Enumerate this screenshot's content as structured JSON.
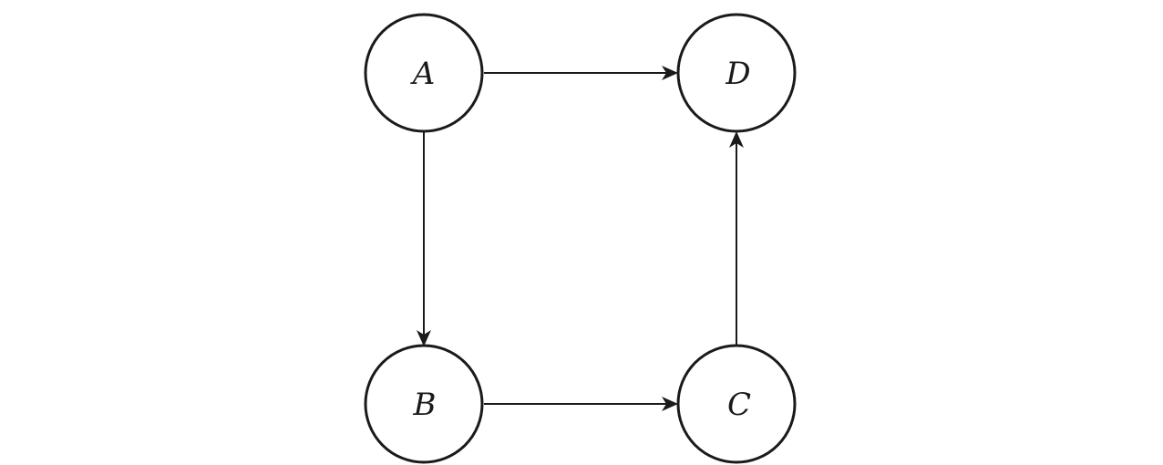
{
  "diagram": {
    "type": "directed-graph",
    "stroke_color": "#1a1a1a",
    "background_color": "#ffffff",
    "nodes": [
      {
        "id": "A",
        "label": "A"
      },
      {
        "id": "D",
        "label": "D"
      },
      {
        "id": "B",
        "label": "B"
      },
      {
        "id": "C",
        "label": "C"
      }
    ],
    "edges": [
      {
        "from": "A",
        "to": "D"
      },
      {
        "from": "A",
        "to": "B"
      },
      {
        "from": "B",
        "to": "C"
      },
      {
        "from": "C",
        "to": "D"
      }
    ]
  }
}
